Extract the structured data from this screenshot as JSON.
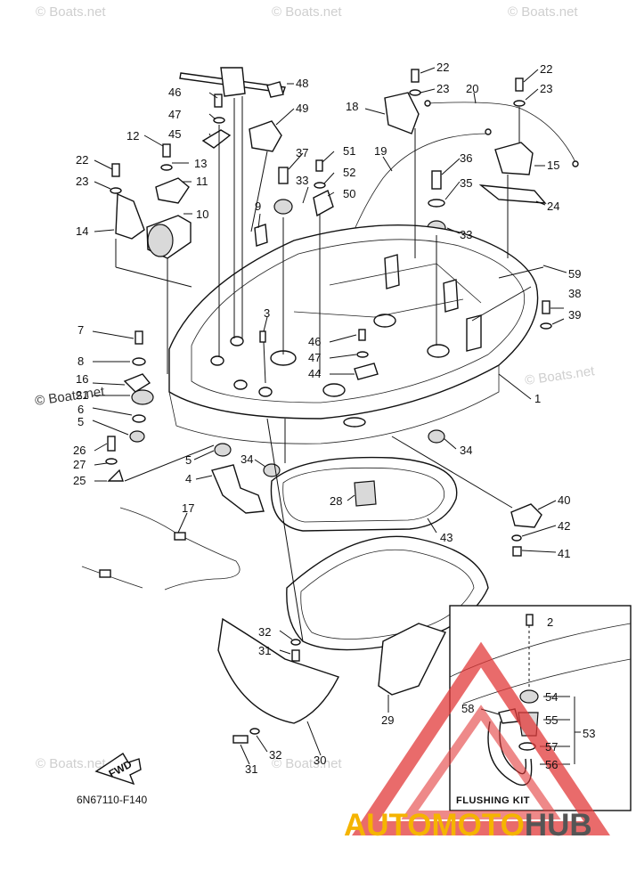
{
  "watermark": "© Boats.net",
  "diagram_code": "6N67110-F140",
  "fwd_label": "FWD",
  "kit_label": "FLUSHING KIT",
  "brand": {
    "part1": "AUTOMOTO",
    "part2": "HUB",
    "color1": "#f5b400",
    "color2": "#555555",
    "triangle_color": "#e23a3a"
  },
  "callouts": [
    {
      "id": "c48",
      "text": "48"
    },
    {
      "id": "c46a",
      "text": "46"
    },
    {
      "id": "c47a",
      "text": "47"
    },
    {
      "id": "c45",
      "text": "45"
    },
    {
      "id": "c49",
      "text": "49"
    },
    {
      "id": "c12",
      "text": "12"
    },
    {
      "id": "c13",
      "text": "13"
    },
    {
      "id": "c22a",
      "text": "22"
    },
    {
      "id": "c23a",
      "text": "23"
    },
    {
      "id": "c11",
      "text": "11"
    },
    {
      "id": "c10",
      "text": "10"
    },
    {
      "id": "c14",
      "text": "14"
    },
    {
      "id": "c37",
      "text": "37"
    },
    {
      "id": "c33a",
      "text": "33"
    },
    {
      "id": "c51",
      "text": "51"
    },
    {
      "id": "c52",
      "text": "52"
    },
    {
      "id": "c50",
      "text": "50"
    },
    {
      "id": "c9",
      "text": "9"
    },
    {
      "id": "c19",
      "text": "19"
    },
    {
      "id": "c18",
      "text": "18"
    },
    {
      "id": "c22b",
      "text": "22"
    },
    {
      "id": "c23b",
      "text": "23"
    },
    {
      "id": "c20",
      "text": "20"
    },
    {
      "id": "c22c",
      "text": "22"
    },
    {
      "id": "c23c",
      "text": "23"
    },
    {
      "id": "c36",
      "text": "36"
    },
    {
      "id": "c35",
      "text": "35"
    },
    {
      "id": "c15",
      "text": "15"
    },
    {
      "id": "c24",
      "text": "24"
    },
    {
      "id": "c33b",
      "text": "33"
    },
    {
      "id": "c59",
      "text": "59"
    },
    {
      "id": "c38",
      "text": "38"
    },
    {
      "id": "c39",
      "text": "39"
    },
    {
      "id": "c3",
      "text": "3"
    },
    {
      "id": "c7",
      "text": "7"
    },
    {
      "id": "c8",
      "text": "8"
    },
    {
      "id": "c16",
      "text": "16"
    },
    {
      "id": "c21",
      "text": "21"
    },
    {
      "id": "c6",
      "text": "6"
    },
    {
      "id": "c5a",
      "text": "5"
    },
    {
      "id": "c46b",
      "text": "46"
    },
    {
      "id": "c47b",
      "text": "47"
    },
    {
      "id": "c44",
      "text": "44"
    },
    {
      "id": "c1",
      "text": "1"
    },
    {
      "id": "c26",
      "text": "26"
    },
    {
      "id": "c27",
      "text": "27"
    },
    {
      "id": "c25",
      "text": "25"
    },
    {
      "id": "c5b",
      "text": "5"
    },
    {
      "id": "c4",
      "text": "4"
    },
    {
      "id": "c34a",
      "text": "34"
    },
    {
      "id": "c34b",
      "text": "34"
    },
    {
      "id": "c28",
      "text": "28"
    },
    {
      "id": "c43",
      "text": "43"
    },
    {
      "id": "c17",
      "text": "17"
    },
    {
      "id": "c40",
      "text": "40"
    },
    {
      "id": "c42",
      "text": "42"
    },
    {
      "id": "c41",
      "text": "41"
    },
    {
      "id": "c2",
      "text": "2"
    },
    {
      "id": "c32a",
      "text": "32"
    },
    {
      "id": "c31a",
      "text": "31"
    },
    {
      "id": "c54",
      "text": "54"
    },
    {
      "id": "c58",
      "text": "58"
    },
    {
      "id": "c55",
      "text": "55"
    },
    {
      "id": "c53",
      "text": "53"
    },
    {
      "id": "c57",
      "text": "57"
    },
    {
      "id": "c56",
      "text": "56"
    },
    {
      "id": "c29",
      "text": "29"
    },
    {
      "id": "c30",
      "text": "30"
    },
    {
      "id": "c32b",
      "text": "32"
    },
    {
      "id": "c31b",
      "text": "31"
    }
  ]
}
